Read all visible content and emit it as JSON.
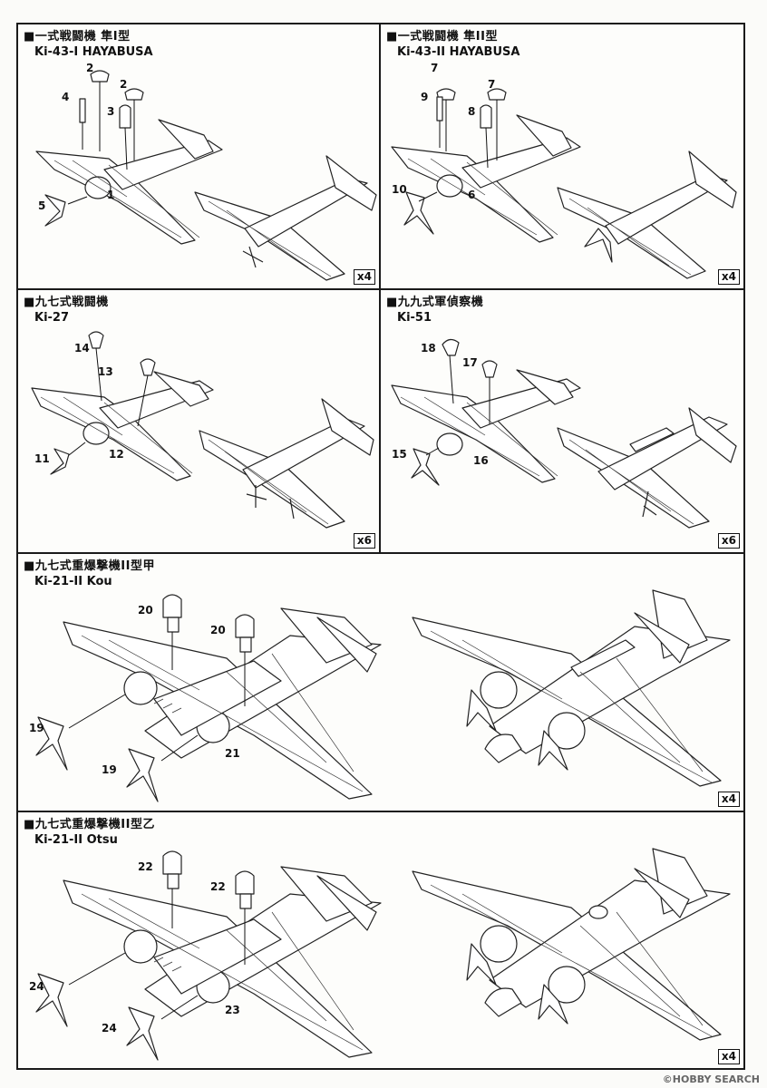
{
  "panels": [
    {
      "title_jp": "■一式戦闘機 隼I型",
      "title_en": "Ki-43-I HAYABUSA",
      "qty": "x4",
      "callouts": [
        "2",
        "2",
        "4",
        "3",
        "5",
        "1"
      ]
    },
    {
      "title_jp": "■一式戦闘機 隼II型",
      "title_en": "Ki-43-II HAYABUSA",
      "qty": "x4",
      "callouts": [
        "7",
        "7",
        "9",
        "8",
        "10",
        "6"
      ]
    },
    {
      "title_jp": "■九七式戦闘機",
      "title_en": "Ki-27",
      "qty": "x6",
      "callouts": [
        "14",
        "13",
        "11",
        "12"
      ]
    },
    {
      "title_jp": "■九九式軍偵察機",
      "title_en": "Ki-51",
      "qty": "x6",
      "callouts": [
        "18",
        "17",
        "15",
        "16"
      ]
    },
    {
      "title_jp": "■九七式重爆撃機II型甲",
      "title_en": "Ki-21-II Kou",
      "qty": "x4",
      "callouts": [
        "20",
        "20",
        "19",
        "21",
        "19"
      ]
    },
    {
      "title_jp": "■九七式重爆撃機II型乙",
      "title_en": "Ki-21-II Otsu",
      "qty": "x4",
      "callouts": [
        "22",
        "22",
        "24",
        "23",
        "24"
      ]
    }
  ],
  "watermark": "©HOBBY SEARCH"
}
